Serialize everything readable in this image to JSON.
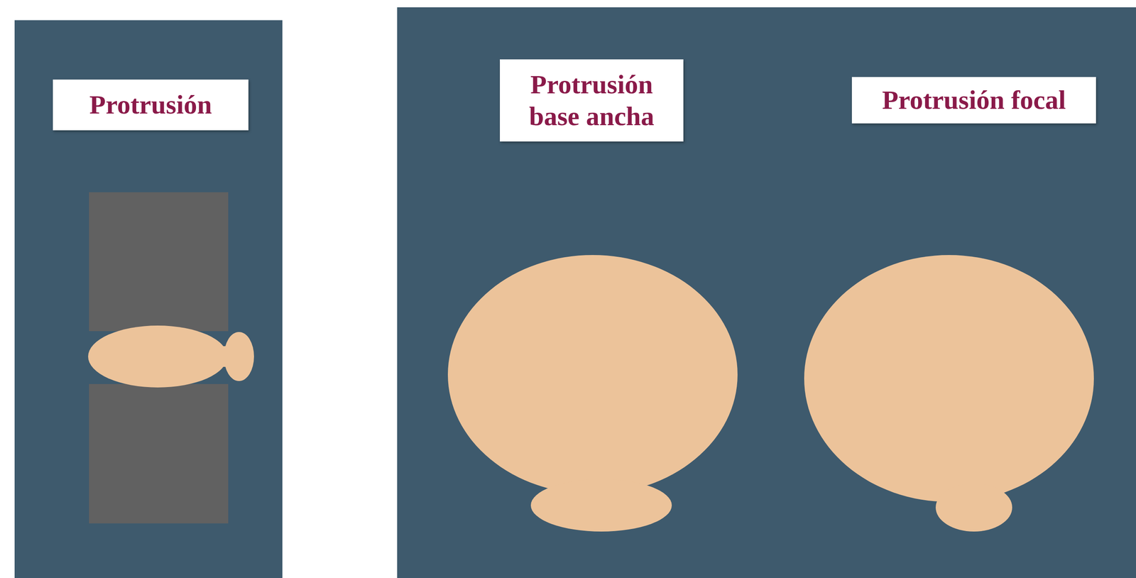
{
  "diagram": {
    "nodes": [
      {
        "text": [
          "Protrusión"
        ]
      },
      {
        "text": [
          "Protrusión base ancha"
        ]
      },
      {
        "text": [
          "Protrusión focal"
        ]
      }
    ]
  }
}
